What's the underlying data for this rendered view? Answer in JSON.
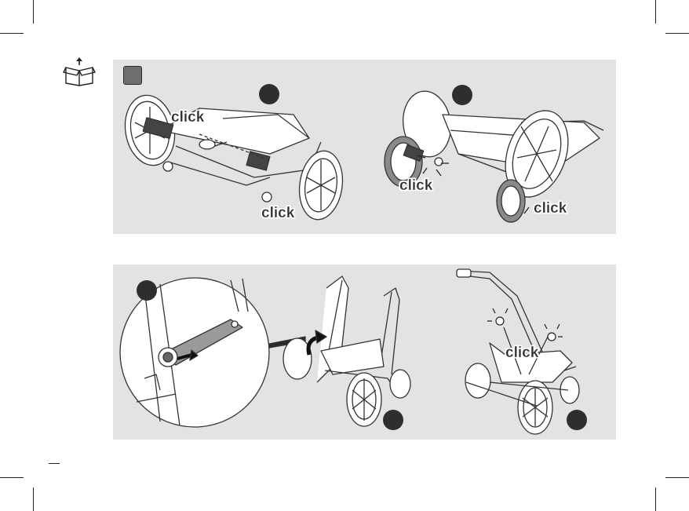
{
  "labels": {
    "click_top_left_1": "click",
    "click_top_left_2": "click",
    "click_top_right_1": "click",
    "click_top_right_2": "click",
    "click_bottom_right": "click"
  },
  "colors": {
    "panel_background": "#e3e3e3",
    "step_marker": "#2e2e2e",
    "step_square": "#6e6e6e",
    "ink": "#2b2b2b"
  },
  "icons": {
    "unpack": "box-with-arrow-up-icon",
    "step": "step-number-dot-icon"
  }
}
